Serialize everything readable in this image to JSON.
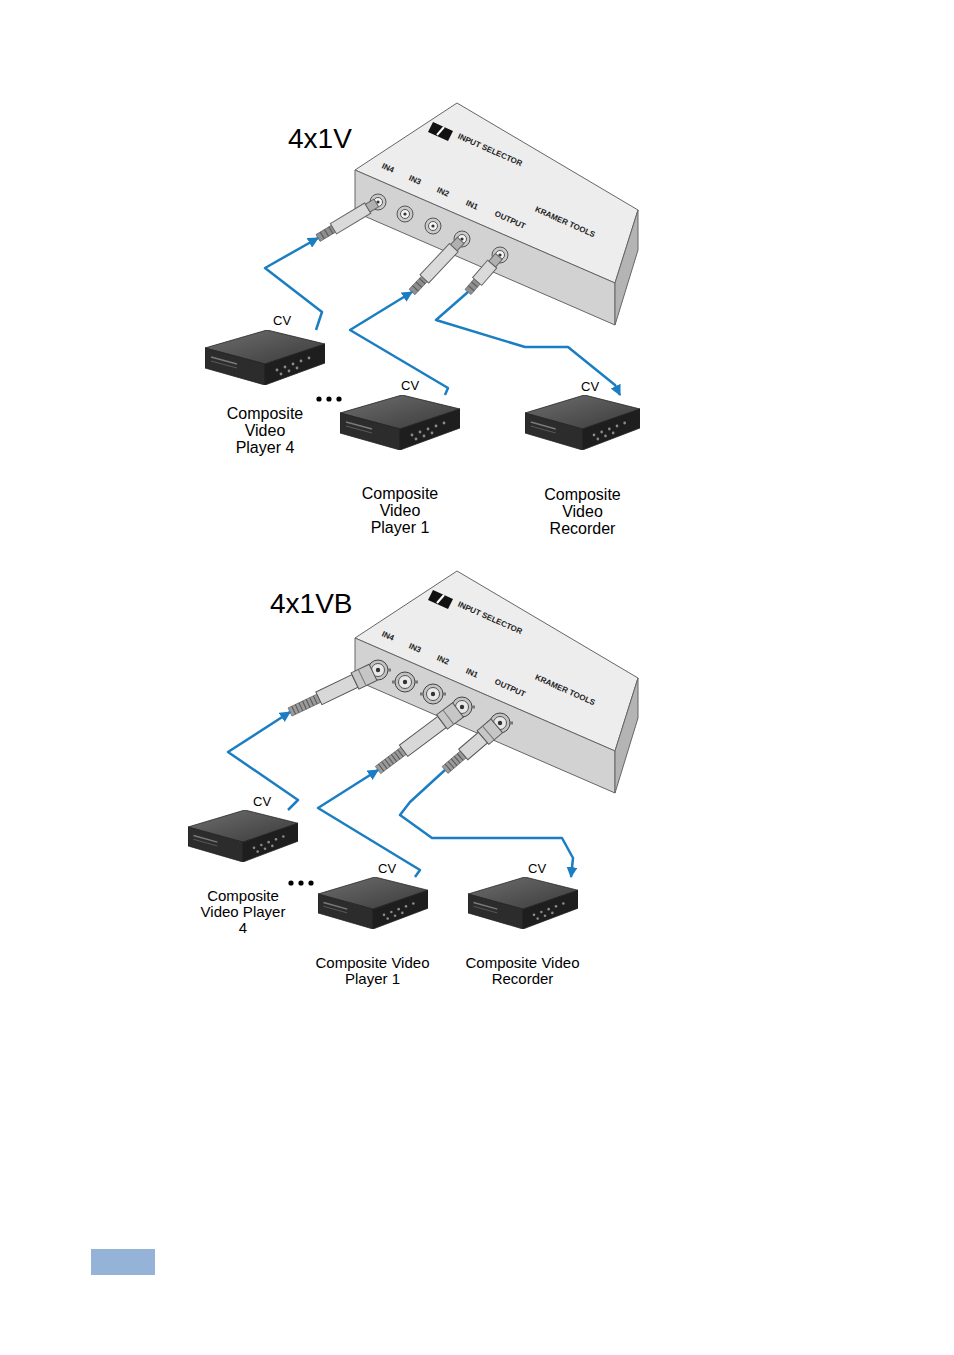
{
  "diagram": {
    "nodes": [
      {
        "text": [
          "4x1V"
        ]
      },
      {
        "text": [
          "Composite Video Player 4"
        ]
      },
      {
        "text": [
          "Composite Video Player 1"
        ]
      },
      {
        "text": [
          "Composite Video Recorder"
        ]
      },
      {
        "text": [
          "4x1VB"
        ]
      },
      {
        "text": [
          "Composite Video Player 4"
        ]
      },
      {
        "text": [
          "Composite Video Player 1"
        ]
      },
      {
        "text": [
          "Composite Video Recorder"
        ]
      }
    ],
    "edges": [
      {
        "from": 1,
        "to": 0,
        "label": "CV",
        "arrow": "to"
      },
      {
        "from": 2,
        "to": 0,
        "label": "CV",
        "arrow": "to"
      },
      {
        "from": 0,
        "to": 3,
        "label": "CV",
        "arrow": "to"
      },
      {
        "from": 5,
        "to": 4,
        "label": "CV",
        "arrow": "to"
      },
      {
        "from": 6,
        "to": 4,
        "label": "CV",
        "arrow": "to"
      },
      {
        "from": 4,
        "to": 7,
        "label": "CV",
        "arrow": "to"
      }
    ],
    "labels": [
      "IN4",
      "IN3",
      "IN2",
      "IN1",
      "OUTPUT",
      "KRAMER TOOLS",
      "INPUT SELECTOR",
      "IN4",
      "IN3",
      "IN2",
      "IN1",
      "OUTPUT",
      "KRAMER TOOLS",
      "INPUT SELECTOR"
    ]
  }
}
